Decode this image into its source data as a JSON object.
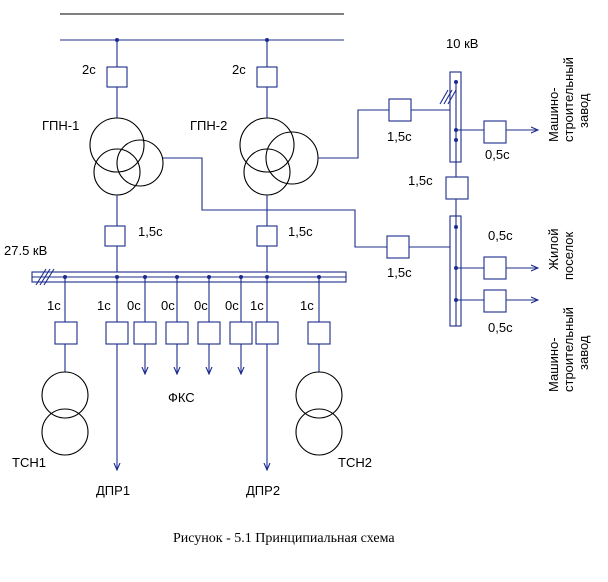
{
  "labels": {
    "gpn1": "ГПН-1",
    "gpn2": "ГПН-2",
    "bus_10kv": "10 кВ",
    "bus_275kv": "27.5 кВ",
    "fks": "ФКС",
    "tsn1": "ТСН1",
    "tsn2": "ТСН2",
    "dpr1": "ДПР1",
    "dpr2": "ДПР2"
  },
  "protection": {
    "gpn1_hv": "2с",
    "gpn2_hv": "2с",
    "gpn1_lv": "1,5с",
    "gpn2_lv": "1,5с",
    "gpn1_mv": "1,5с",
    "gpn2_mv": "1,5с",
    "sectional_10kv": "1,5с",
    "feeder_top": "0,5с",
    "feeder_mid": "0,5с",
    "feeder_bot": "0,5с",
    "tsn1": "1с",
    "dpr1": "1с",
    "fks_1": "0с",
    "fks_2": "0с",
    "fks_3": "0с",
    "fks_4": "0с",
    "dpr2": "1с",
    "tsn2": "1с"
  },
  "consumers": {
    "plant_1_line1": "Машино-",
    "plant_1_line2": "строительный",
    "plant_1_line3": "завод",
    "village_line1": "Жилой",
    "village_line2": "поселок",
    "plant_2_line1": "Машино-",
    "plant_2_line2": "строительный",
    "plant_2_line3": "завод"
  },
  "caption": "Рисунок - 5.1 Принципиальная схема"
}
